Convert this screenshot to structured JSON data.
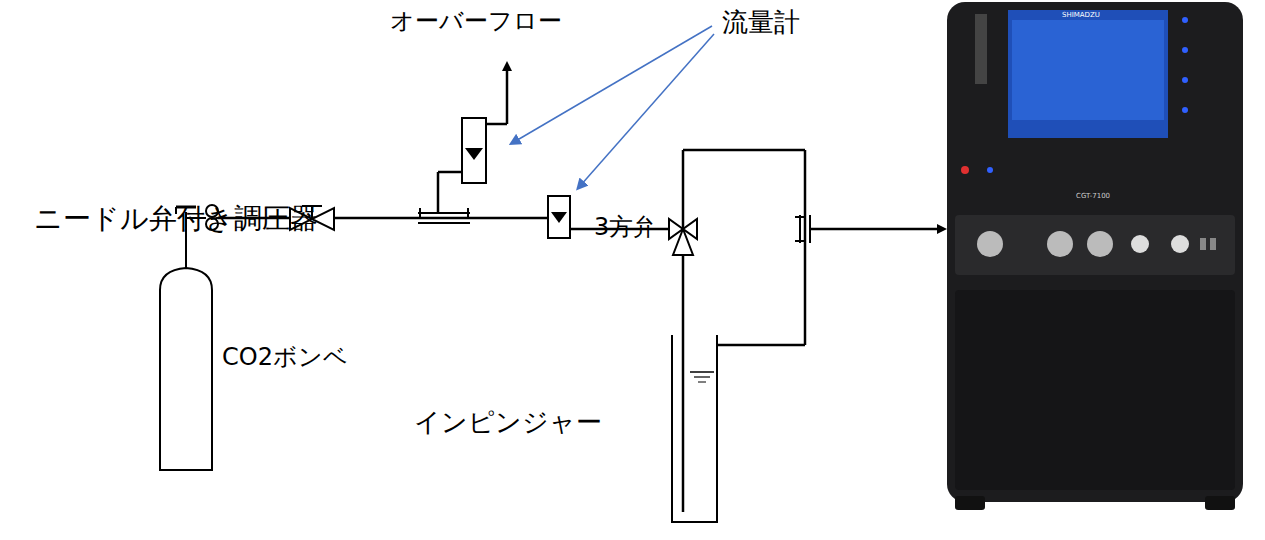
{
  "diagram": {
    "labels": [
      "オーバーフロー",
      "流量計",
      "ニードル弁付き調圧器",
      "3方弁",
      "CO2ボンベ",
      "インピンジャー",
      "SHIMADZU",
      "CGT-7100"
    ]
  }
}
